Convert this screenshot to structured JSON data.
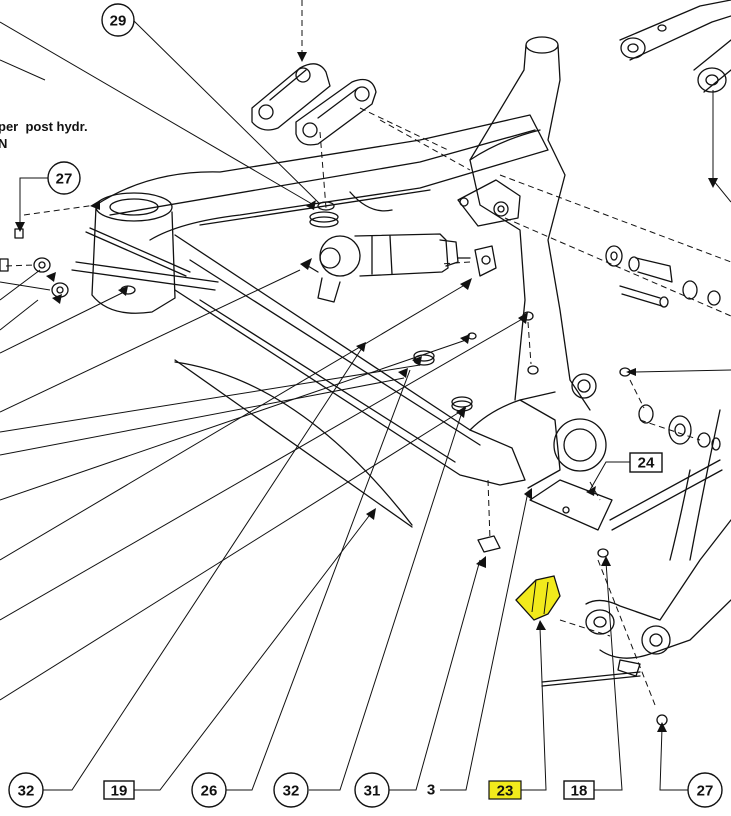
{
  "diagram": {
    "side_note_line1": "per  post hydr.",
    "side_note_line2": "N",
    "callouts": {
      "c29": "29",
      "c27_top": "27",
      "c24": "24",
      "c32_a": "32",
      "c19": "19",
      "c26": "26",
      "c32_b": "32",
      "c31": "31",
      "c3": "3",
      "c23": "23",
      "c18": "18",
      "c27_bottom": "27"
    },
    "highlight_color": "#f2ea1c",
    "line_color": "#111111"
  }
}
